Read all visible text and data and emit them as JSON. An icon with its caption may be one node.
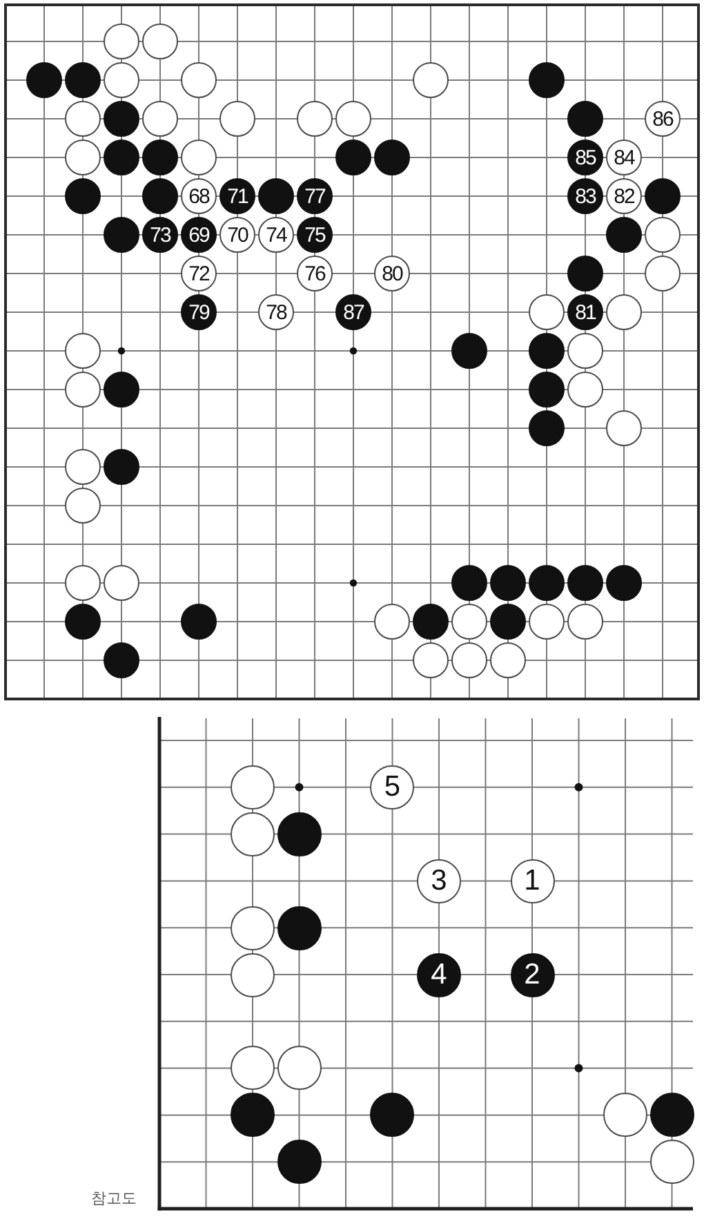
{
  "diagram": {
    "labels": [
      "86",
      "85",
      "84",
      "68",
      "71",
      "77",
      "83",
      "82",
      "73",
      "69",
      "70",
      "74",
      "75",
      "72",
      "76",
      "80",
      "79",
      "78",
      "87",
      "81",
      "5",
      "3",
      "1",
      "4",
      "2",
      "참고도"
    ]
  }
}
